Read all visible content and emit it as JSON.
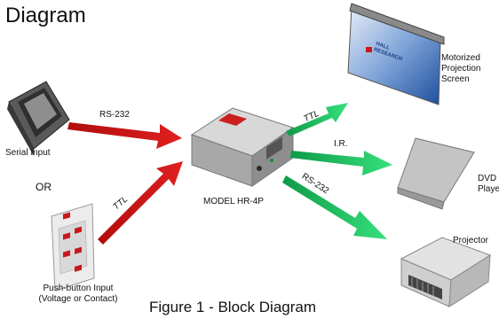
{
  "heading": "Diagram",
  "devices": {
    "serial_input": "Serial Input",
    "or_text": "OR",
    "pushbutton_line1": "Push-button Input",
    "pushbutton_line2": "(Voltage or Contact)",
    "model": "MODEL HR-4P",
    "screen_line1": "Motorized",
    "screen_line2": "Projection",
    "screen_line3": "Screen",
    "dvd_line1": "DVD",
    "dvd_line2": "Player",
    "projector": "Projector",
    "screen_logo_line1": "HALL",
    "screen_logo_line2": "RESEARCH"
  },
  "signals": {
    "in_rs232": "RS-232",
    "in_ttl": "TTL",
    "out_ttl": "TTL",
    "out_ir": "I.R.",
    "out_rs232": "RS-232"
  },
  "caption": "Figure 1 - Block Diagram",
  "colors": {
    "input_arrow": "#d01818",
    "output_arrow": "#1ec060",
    "device_gray": "#9a9a9a"
  }
}
